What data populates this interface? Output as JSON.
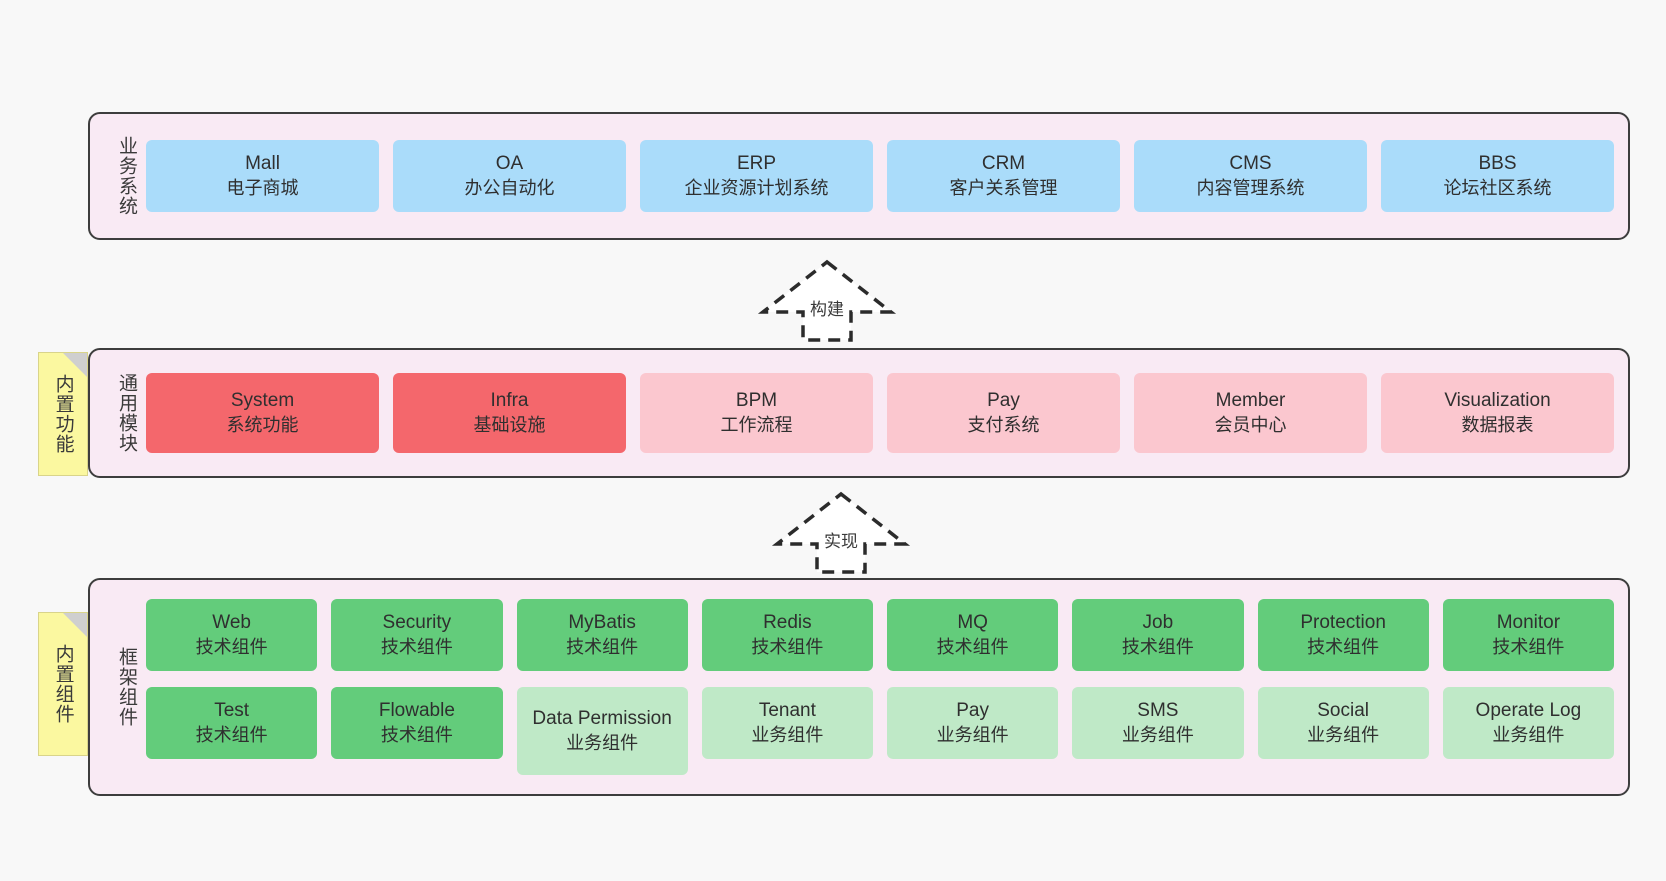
{
  "background": "#f8f8f8",
  "colors": {
    "layer_bg": "#f9eaf4",
    "layer_border": "#3d3d3d",
    "business_card": "#aadcfa",
    "module_core": "#f4676c",
    "module_plain": "#fbc7cf",
    "tech_component": "#63cc7b",
    "business_component": "#bfe9c7",
    "note_bg": "#fbf8a0",
    "note_fold": "#cfcfcf"
  },
  "layers": [
    {
      "id": "business-systems",
      "label": "业务系统",
      "cards": [
        {
          "en": "Mall",
          "cn": "电子商城",
          "style": "biz"
        },
        {
          "en": "OA",
          "cn": "办公自动化",
          "style": "biz"
        },
        {
          "en": "ERP",
          "cn": "企业资源计划系统",
          "style": "biz"
        },
        {
          "en": "CRM",
          "cn": "客户关系管理",
          "style": "biz"
        },
        {
          "en": "CMS",
          "cn": "内容管理系统",
          "style": "biz"
        },
        {
          "en": "BBS",
          "cn": "论坛社区系统",
          "style": "biz"
        }
      ]
    },
    {
      "id": "common-modules",
      "label": "通用模块",
      "note": "内置功能",
      "cards": [
        {
          "en": "System",
          "cn": "系统功能",
          "style": "mod-core"
        },
        {
          "en": "Infra",
          "cn": "基础设施",
          "style": "mod-core"
        },
        {
          "en": "BPM",
          "cn": "工作流程",
          "style": "mod-plain"
        },
        {
          "en": "Pay",
          "cn": "支付系统",
          "style": "mod-plain"
        },
        {
          "en": "Member",
          "cn": "会员中心",
          "style": "mod-plain"
        },
        {
          "en": "Visualization",
          "cn": "数据报表",
          "style": "mod-plain"
        }
      ]
    },
    {
      "id": "framework-components",
      "label": "框架组件",
      "note": "内置组件",
      "rows": [
        [
          {
            "en": "Web",
            "cn": "技术组件",
            "style": "tech"
          },
          {
            "en": "Security",
            "cn": "技术组件",
            "style": "tech"
          },
          {
            "en": "MyBatis",
            "cn": "技术组件",
            "style": "tech"
          },
          {
            "en": "Redis",
            "cn": "技术组件",
            "style": "tech"
          },
          {
            "en": "MQ",
            "cn": "技术组件",
            "style": "tech"
          },
          {
            "en": "Job",
            "cn": "技术组件",
            "style": "tech"
          },
          {
            "en": "Protection",
            "cn": "技术组件",
            "style": "tech"
          },
          {
            "en": "Monitor",
            "cn": "技术组件",
            "style": "tech"
          }
        ],
        [
          {
            "en": "Test",
            "cn": "技术组件",
            "style": "tech"
          },
          {
            "en": "Flowable",
            "cn": "技术组件",
            "style": "tech"
          },
          {
            "en": "Data Permission",
            "cn": "业务组件",
            "style": "bizcomp",
            "tall": true
          },
          {
            "en": "Tenant",
            "cn": "业务组件",
            "style": "bizcomp"
          },
          {
            "en": "Pay",
            "cn": "业务组件",
            "style": "bizcomp"
          },
          {
            "en": "SMS",
            "cn": "业务组件",
            "style": "bizcomp"
          },
          {
            "en": "Social",
            "cn": "业务组件",
            "style": "bizcomp"
          },
          {
            "en": "Operate Log",
            "cn": "业务组件",
            "style": "bizcomp"
          }
        ]
      ]
    }
  ],
  "connectors": [
    {
      "id": "build",
      "label": "构建"
    },
    {
      "id": "implement",
      "label": "实现"
    }
  ]
}
